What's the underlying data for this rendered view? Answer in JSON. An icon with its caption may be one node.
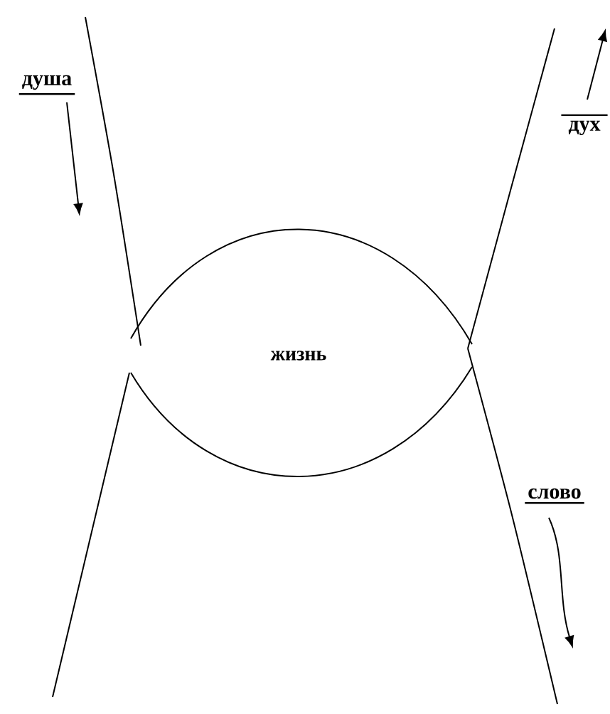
{
  "diagram": {
    "nodes": [
      {
        "text": [
          "жизнь"
        ]
      }
    ],
    "labels": [
      "душа",
      "дух",
      "слово"
    ]
  }
}
